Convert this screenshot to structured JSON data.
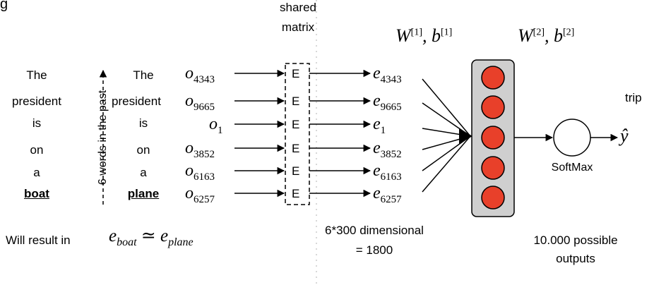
{
  "top_fragment": "g",
  "shared_matrix": [
    "shared",
    "matrix"
  ],
  "layer1_label": "W^{[1]}, b^{[1]}",
  "layer2_label": "W^{[2]}, b^{[2]}",
  "left_sentence": [
    "The",
    "president",
    "is",
    "on",
    "a",
    "boat"
  ],
  "right_sentence": [
    "The",
    "president",
    "is",
    "on",
    "a",
    "plane"
  ],
  "window_label": "6 words in the past",
  "onehot_labels": [
    "4343",
    "9665",
    "1",
    "3852",
    "6163",
    "6257"
  ],
  "embedding_label": "E",
  "embed_labels": [
    "4343",
    "9665",
    "1",
    "3852",
    "6163",
    "6257"
  ],
  "output_word": "trip",
  "softmax_label": "SoftMax",
  "yhat": "ŷ",
  "result_prefix": "Will result in",
  "result_lhs": "boat",
  "result_rhs": "plane",
  "dim_text": [
    "6*300 dimensional",
    "= 1800"
  ],
  "outputs_text": [
    "10.000 possible",
    "outputs"
  ],
  "colors": {
    "neuron": "#e8402a",
    "layer_box": "#cfcfcf"
  }
}
